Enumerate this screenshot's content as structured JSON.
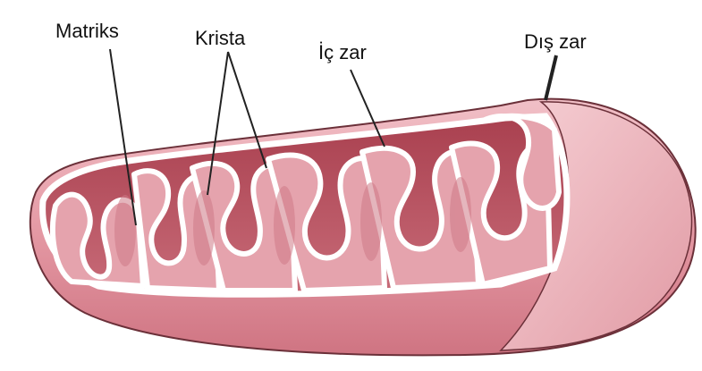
{
  "labels": {
    "matrix": "Matriks",
    "cristae": "Krista",
    "inner_membrane": "İç zar",
    "outer_membrane": "Dış zar"
  },
  "colors": {
    "background": "#ffffff",
    "outer_body": "#d9838f",
    "outer_highlight": "#f0b8c0",
    "inner_cavity": "#b95463",
    "matrix_fill": "#e3a0aa",
    "membrane_stroke": "#5a2a33",
    "label_text": "#111111"
  }
}
